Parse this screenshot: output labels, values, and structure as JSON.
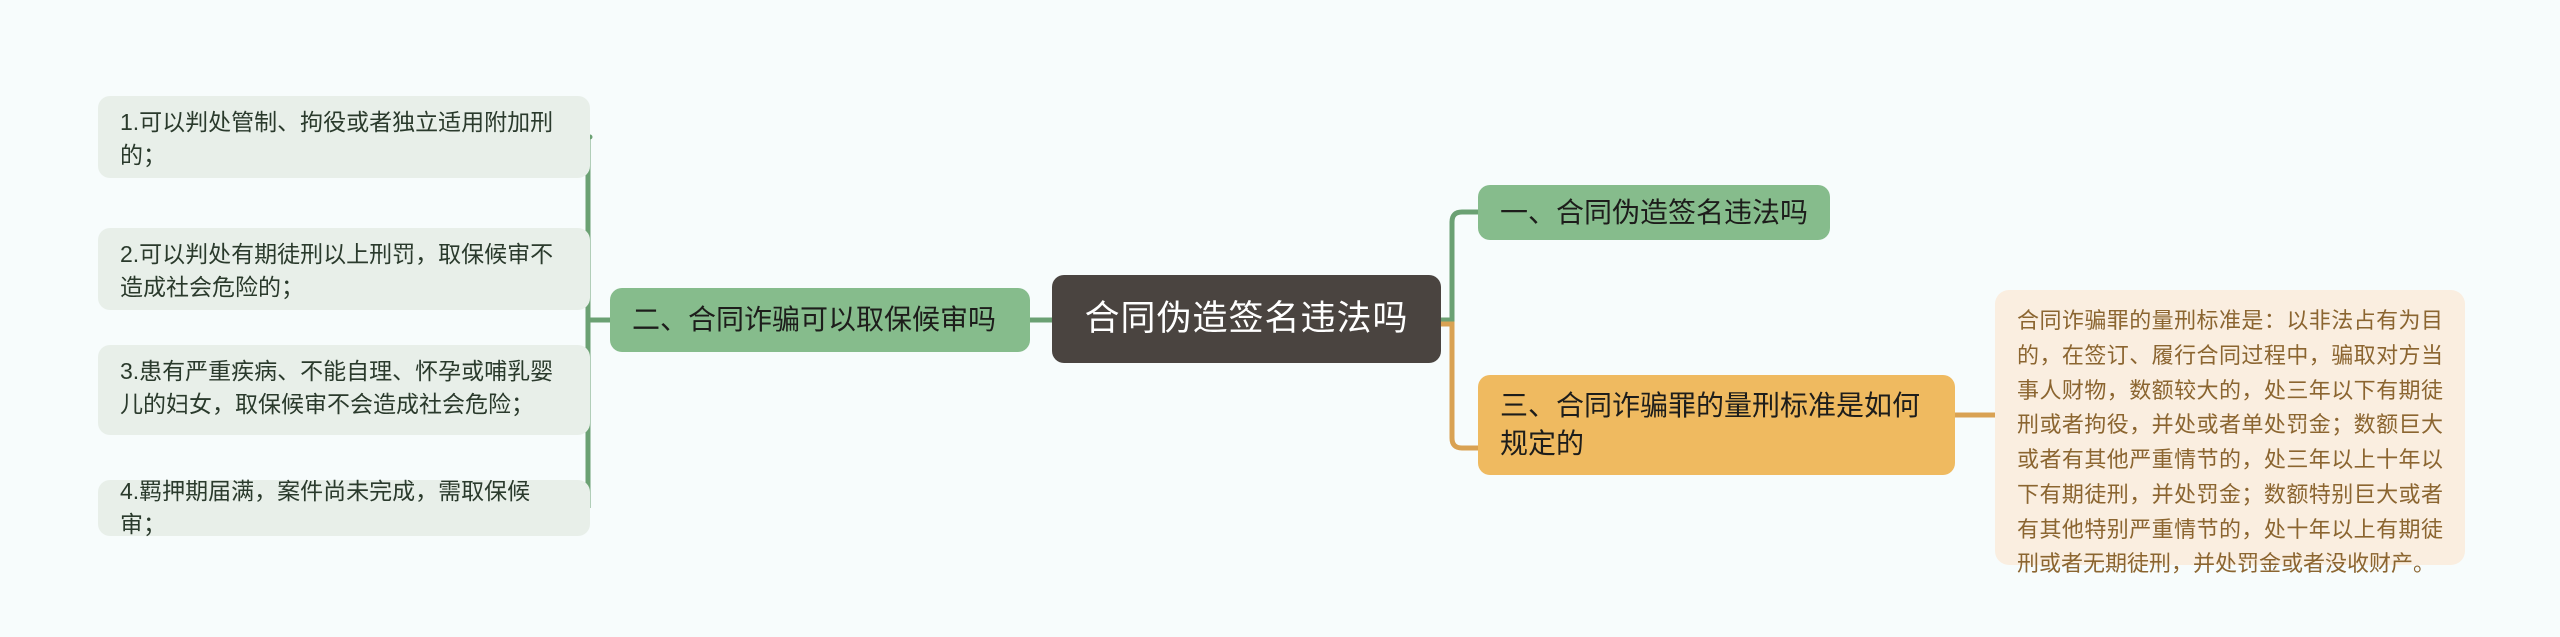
{
  "theme": {
    "page_background": "#F7FCFC",
    "root_color": "#4A4440",
    "root_text_color": "#FFFFFF",
    "green_accent": "#86BC8C",
    "orange_accent": "#EFBA60",
    "leaf_background": "#E8EFE9",
    "leaf_text_color": "#2A3A2C",
    "detail_background": "#FAEEE0",
    "detail_text_color": "#8B6530"
  },
  "root": {
    "label": "合同伪造签名违法吗"
  },
  "branches": {
    "left": {
      "label": "二、合同诈骗可以取保候审吗",
      "color": "#86BC8C",
      "children": [
        {
          "label": "1.可以判处管制、拘役或者独立适用附加刑的；"
        },
        {
          "label": "2.可以判处有期徒刑以上刑罚，取保候审不造成社会危险的；"
        },
        {
          "label": "3.患有严重疾病、不能自理、怀孕或哺乳婴儿的妇女，取保候审不会造成社会危险；"
        },
        {
          "label": "4.羁押期届满，案件尚未完成，需取保候审；"
        }
      ]
    },
    "right_top": {
      "label": "一、合同伪造签名违法吗",
      "color": "#86BC8C"
    },
    "right_bottom": {
      "label": "三、合同诈骗罪的量刑标准是如何规定的",
      "color": "#EFBA60",
      "detail": "合同诈骗罪的量刑标准是：以非法占有为目的，在签订、履行合同过程中，骗取对方当事人财物，数额较大的，处三年以下有期徒刑或者拘役，并处或者单处罚金；数额巨大或者有其他严重情节的，处三年以上十年以下有期徒刑，并处罚金；数额特别巨大或者有其他特别严重情节的，处十年以上有期徒刑或者无期徒刑，并处罚金或者没收财产。"
    }
  }
}
